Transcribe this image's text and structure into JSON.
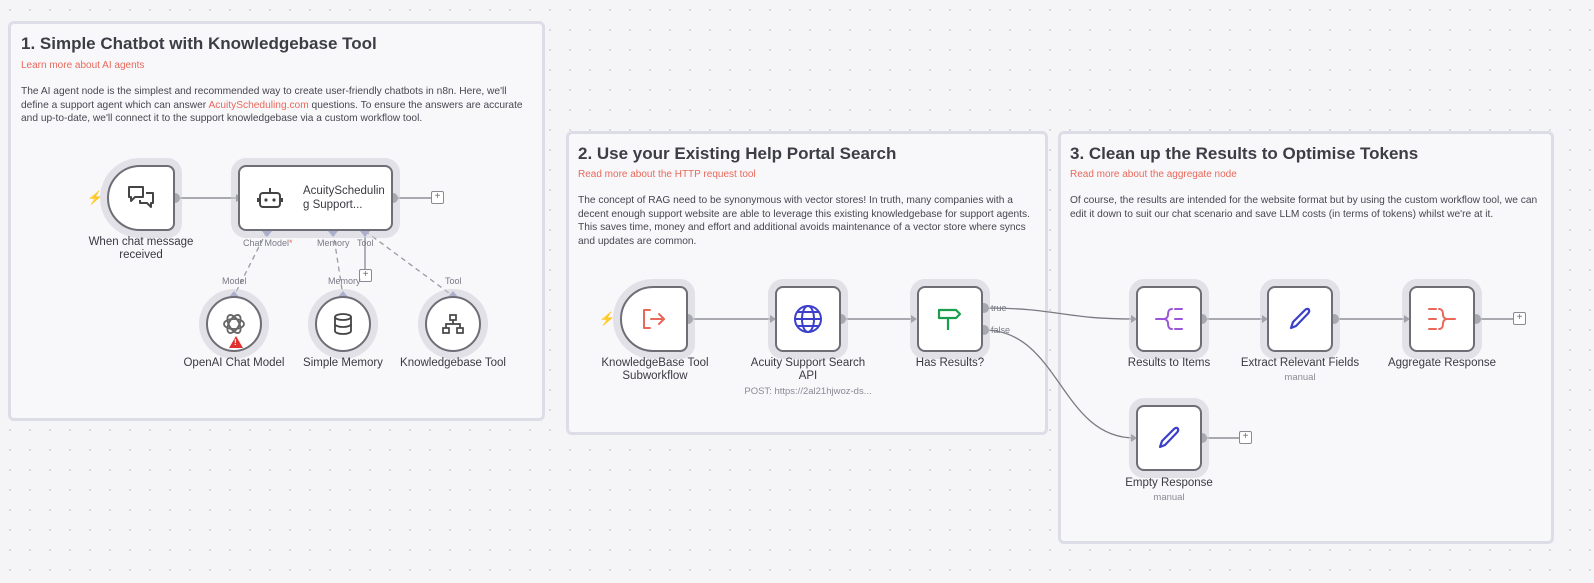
{
  "colors": {
    "accent": "#e8685a",
    "port": "#8488bd",
    "edge": "#7a7a82",
    "router_green": "#1a9e4e",
    "blue_icon": "#3b3fc9",
    "purple_icon": "#9a55d8",
    "warning_red": "#e03030"
  },
  "sticky1": {
    "title": "1. Simple Chatbot with Knowledgebase Tool",
    "link": "Learn more about AI agents",
    "desc_a": "The AI agent node is the simplest and recommended way to create user-friendly chatbots in n8n. Here, we'll define a support agent which can answer ",
    "desc_link": "AcuityScheduling.com",
    "desc_b": " questions. To ensure the answers are accurate and up-to-date, we'll connect it to the support knowledgebase via a custom workflow tool."
  },
  "sticky2": {
    "title": "2. Use your Existing Help Portal Search",
    "link": "Read more about the HTTP request tool",
    "desc": "The concept of RAG need to be synonymous with vector stores! In truth, many companies with a decent enough support website are able to leverage this existing knowledgebase for support agents. This saves time, money and effort and additional avoids maintenance of a vector store where syncs and updates are common."
  },
  "sticky3": {
    "title": "3. Clean up the Results to Optimise Tokens",
    "link": "Read more about the aggregate node",
    "desc": "Of course, the results are intended for the website format but by using the custom workflow tool, we can edit it down to suit our chat scenario and save LLM costs (in terms of tokens) whilst we're at it."
  },
  "nodes": {
    "chat_trigger": {
      "label_1": "When chat message",
      "label_2": "received",
      "icon": "chat-bubbles-icon"
    },
    "agent": {
      "label_1": "AcuitySchedulin",
      "label_2": "g Support...",
      "icon": "robot-icon"
    },
    "openai": {
      "label": "OpenAI Chat Model",
      "icon": "openai-icon",
      "warning": "!"
    },
    "memory": {
      "label": "Simple Memory",
      "icon": "database-icon"
    },
    "kb_tool": {
      "label": "Knowledgebase Tool",
      "icon": "sitemap-icon"
    },
    "kb_subworkflow": {
      "label_1": "KnowledgeBase Tool",
      "label_2": "Subworkflow",
      "icon": "sign-in-icon"
    },
    "acuity_api": {
      "label_1": "Acuity Support Search",
      "label_2": "API",
      "sublabel": "POST: https://2al21hjwoz-ds...",
      "icon": "globe-icon"
    },
    "has_results": {
      "label": "Has Results?",
      "icon": "signpost-icon",
      "true_label": "true",
      "false_label": "false"
    },
    "results_to_items": {
      "label": "Results to Items",
      "icon": "split-out-icon"
    },
    "extract_fields": {
      "label": "Extract Relevant Fields",
      "sublabel": "manual",
      "icon": "pen-icon"
    },
    "aggregate": {
      "label": "Aggregate Response",
      "icon": "aggregate-icon"
    },
    "empty_response": {
      "label": "Empty Response",
      "sublabel": "manual",
      "icon": "pen-icon"
    }
  },
  "ports": {
    "chat_model": "Chat Model",
    "chat_model_required": "*",
    "memory": "Memory",
    "tool": "Tool",
    "model": "Model"
  },
  "plus_symbol": "+"
}
